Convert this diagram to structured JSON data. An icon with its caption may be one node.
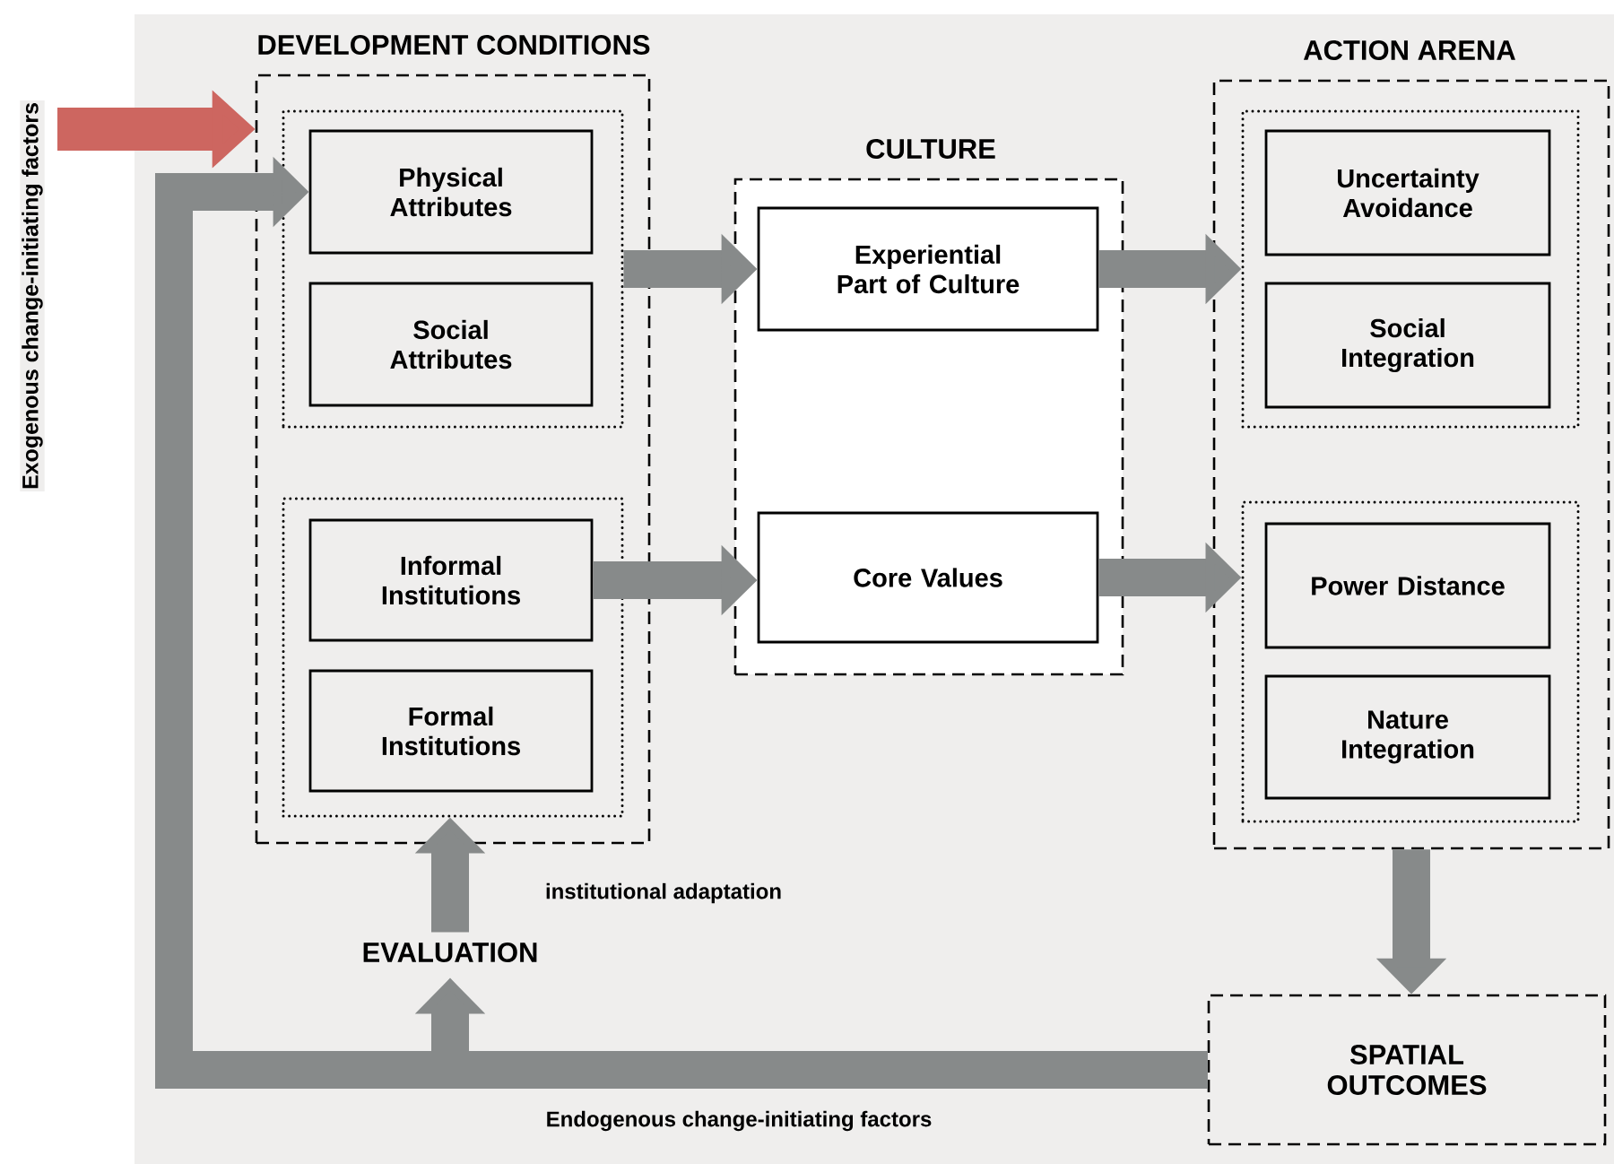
{
  "diagram": {
    "nodes": [
      {
        "text": [
          "DEVELOPMENT CONDITIONS"
        ]
      },
      {
        "text": [],
        "shape": "box",
        "in": 0
      },
      {
        "text": [
          "Physical Attributes"
        ],
        "in": 1
      },
      {
        "text": [
          "Social Attributes"
        ],
        "in": 1
      },
      {
        "text": [],
        "shape": "box",
        "in": 0
      },
      {
        "text": [
          "Informal Institutions"
        ],
        "in": 4
      },
      {
        "text": [
          "Formal Institutions"
        ],
        "in": 4
      },
      {
        "text": [
          "CULTURE"
        ]
      },
      {
        "text": [
          "Experiential Part of Culture"
        ],
        "in": 7
      },
      {
        "text": [
          "Core Values"
        ],
        "in": 7
      },
      {
        "text": [
          "ACTION ARENA"
        ]
      },
      {
        "text": [],
        "shape": "box",
        "in": 10
      },
      {
        "text": [
          "Uncertainty Avoidance"
        ],
        "in": 11
      },
      {
        "text": [
          "Social Integration"
        ],
        "in": 11
      },
      {
        "text": [],
        "shape": "box",
        "in": 10
      },
      {
        "text": [
          "Power Distance"
        ],
        "in": 14
      },
      {
        "text": [
          "Nature Integration"
        ],
        "in": 14
      },
      {
        "text": [
          "EVALUATION"
        ]
      },
      {
        "text": [
          "SPATIAL OUTCOMES"
        ]
      }
    ],
    "edges": [
      {
        "from": null,
        "to": 0,
        "arrow": "to",
        "label": "Exogenous change-initiating factors",
        "color": "#cd6660"
      },
      {
        "from": 1,
        "to": 8,
        "arrow": "to"
      },
      {
        "from": 5,
        "to": 9,
        "arrow": "to"
      },
      {
        "from": 8,
        "to": 11,
        "arrow": "to"
      },
      {
        "from": 9,
        "to": 14,
        "arrow": "to"
      },
      {
        "from": 10,
        "to": 18,
        "arrow": "to"
      },
      {
        "from": 18,
        "to": 2,
        "arrow": "to",
        "label": "Endogenous change-initiating factors"
      },
      {
        "from": 18,
        "to": 17,
        "arrow": "to"
      },
      {
        "from": 17,
        "to": 4,
        "arrow": "to",
        "label": "institutional adaptation"
      }
    ]
  }
}
